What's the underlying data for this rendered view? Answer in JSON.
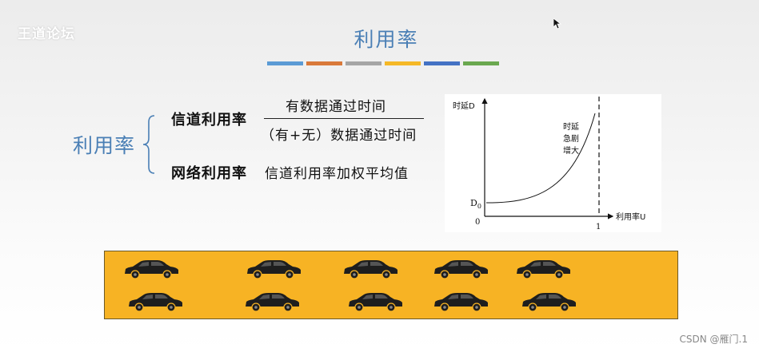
{
  "watermark": {
    "brand": "王道论坛",
    "signature": ""
  },
  "title": "利用率",
  "title_color": "#4a7fb5",
  "color_bars": [
    "#5b9bd5",
    "#d9793a",
    "#a5a5a5",
    "#f5b827",
    "#4472c4",
    "#6aa84f"
  ],
  "main_term": "利用率",
  "channel": {
    "label": "信道利用率",
    "numerator": "有数据通过时间",
    "denominator": "（有+无）数据通过时间"
  },
  "network": {
    "label": "网络利用率",
    "definition": "信道利用率加权平均值"
  },
  "graph": {
    "y_label": "时延D",
    "x_label": "利用率U",
    "origin": "0",
    "d0": "D",
    "d0_sub": "0",
    "x_tick": "1",
    "annotation": [
      "时延",
      "急剧",
      "增大"
    ]
  },
  "cars_count_top": 5,
  "cars_count_bottom": 5,
  "footer": "CSDN @雁门.1"
}
